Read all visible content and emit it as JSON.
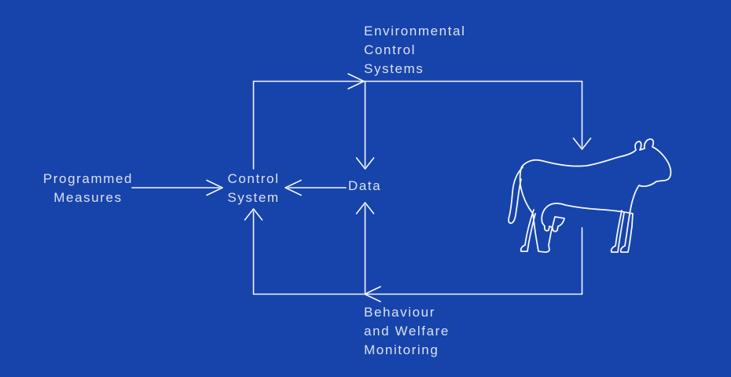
{
  "diagram": {
    "title_hint": "Livestock control-loop diagram",
    "background_color": "#1744ab",
    "line_color": "#f3f6fb",
    "text_color": "#d9e0ef",
    "nodes": {
      "environmental": {
        "lines": [
          "Environmental",
          "Control",
          "Systems"
        ]
      },
      "programmed": {
        "lines": [
          "Programmed",
          "Measures"
        ]
      },
      "control": {
        "lines": [
          "Control",
          "System"
        ]
      },
      "data": {
        "label": "Data"
      },
      "behaviour": {
        "lines": [
          "Behaviour",
          "and Welfare",
          "Monitoring"
        ]
      },
      "animal": {
        "icon": "cow-outline-icon"
      }
    }
  }
}
